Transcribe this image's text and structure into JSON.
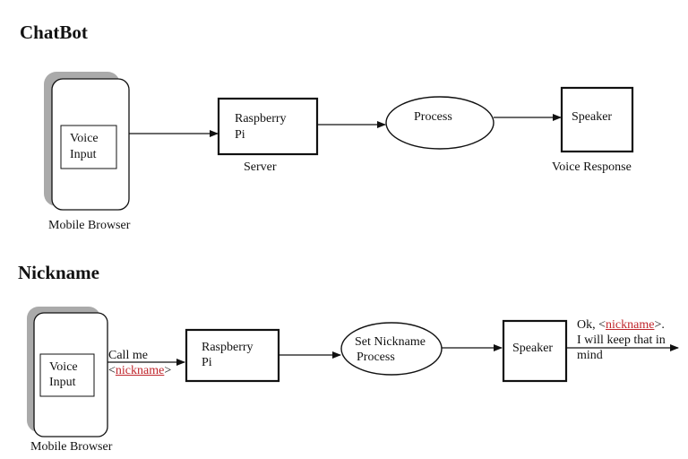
{
  "chatbot": {
    "title": "ChatBot",
    "voice_line1": "Voice",
    "voice_line2": "Input",
    "mobile_label": "Mobile Browser",
    "rpi_line1": "Raspberry",
    "rpi_line2": "Pi",
    "server_label": "Server",
    "process_label": "Process",
    "speaker_label": "Speaker",
    "voice_response_label": "Voice Response"
  },
  "nickname": {
    "title": "Nickname",
    "voice_line1": "Voice",
    "voice_line2": "Input",
    "mobile_label": "Mobile Browser",
    "call_me": "Call me",
    "nick_open": "<",
    "nick_word": "nickname",
    "nick_close": ">",
    "rpi_line1": "Raspberry",
    "rpi_line2": "Pi",
    "process_line1": "Set Nickname",
    "process_line2": "Process",
    "speaker_label": "Speaker",
    "reply_prefix": "Ok, <",
    "reply_word": "nickname",
    "reply_suffix": ">.",
    "reply_line2": "I will keep that in",
    "reply_line3": "mind"
  },
  "colors": {
    "line": "#111111",
    "shadow": "#aaaaaa",
    "highlight": "#c0262c"
  }
}
